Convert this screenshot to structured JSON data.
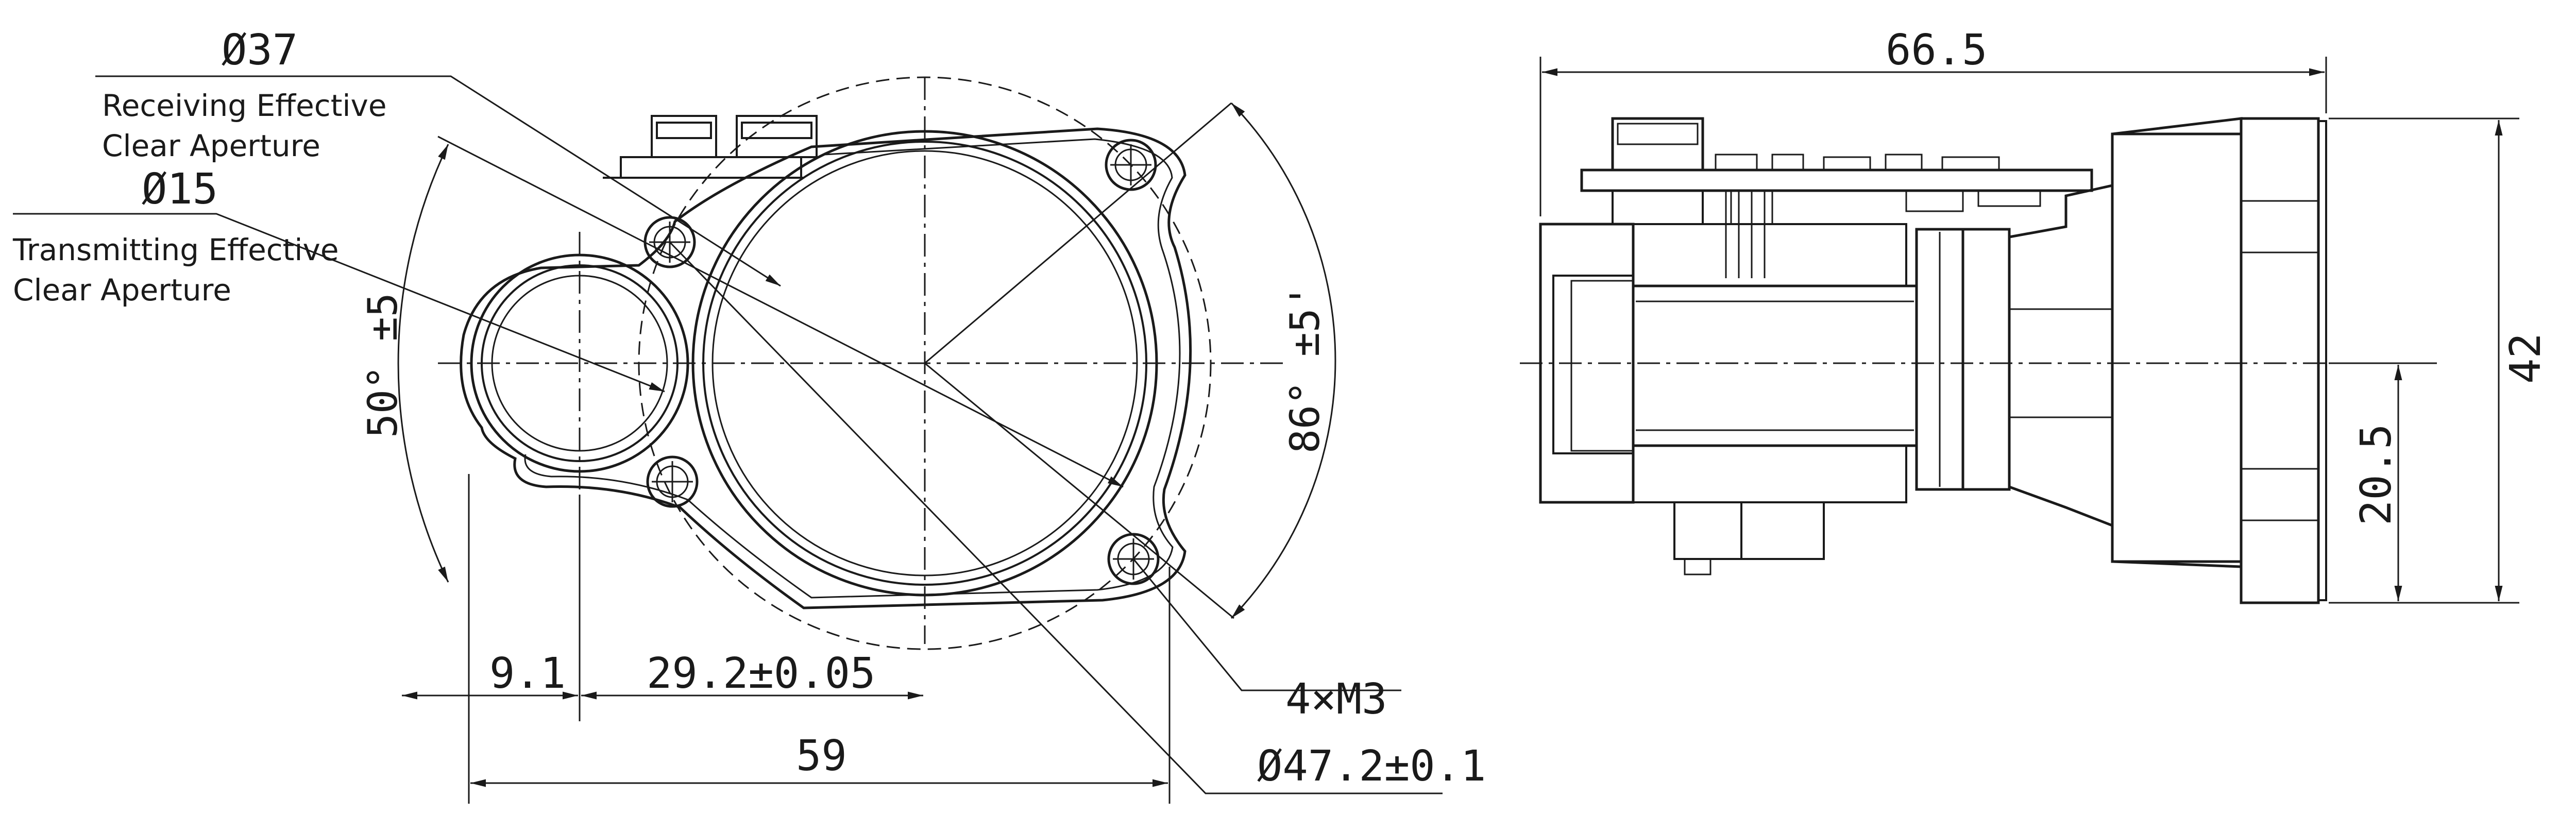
{
  "front_view": {
    "receiving_diameter": "Ø37",
    "receiving_label_line1": "Receiving Effective",
    "receiving_label_line2": "Clear Aperture",
    "transmitting_diameter": "Ø15",
    "transmitting_label_line1": "Transmitting Effective",
    "transmitting_label_line2": "Clear Aperture",
    "angle_left": "50° ±5",
    "angle_right": "86° ±5'",
    "dim_offset": "9.1",
    "dim_center_distance": "29.2±0.05",
    "dim_total_width": "59",
    "hole_callout": "4×M3",
    "pitch_circle": "Ø47.2±0.1"
  },
  "side_view": {
    "dim_length": "66.5",
    "dim_height": "42",
    "dim_axis_height": "20.5"
  },
  "colors": {
    "line": "#1a1a1a",
    "background": "#ffffff"
  }
}
